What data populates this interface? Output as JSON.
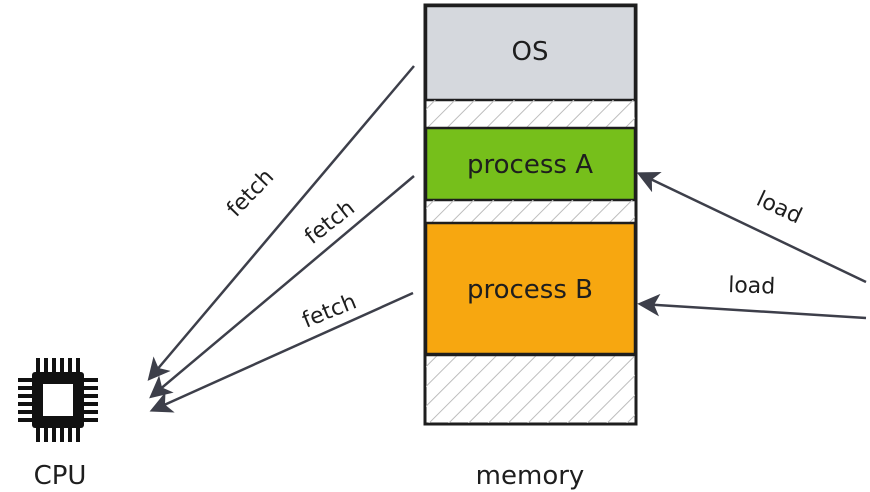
{
  "memory": {
    "caption": "memory",
    "segments": [
      {
        "id": "os",
        "label": "OS",
        "fill": "#d5d8dd"
      },
      {
        "id": "process-a",
        "label": "process A",
        "fill": "#76bf1b"
      },
      {
        "id": "process-b",
        "label": "process B",
        "fill": "#f7a710"
      }
    ]
  },
  "cpu": {
    "caption": "CPU",
    "icon": "cpu-chip-icon"
  },
  "arrows": {
    "fetch": [
      "fetch",
      "fetch",
      "fetch"
    ],
    "load": [
      "load",
      "load"
    ]
  },
  "colors": {
    "stroke": "#1e1e1e",
    "arrow": "#3d3f4a",
    "hatch": "#b8b8b8"
  }
}
